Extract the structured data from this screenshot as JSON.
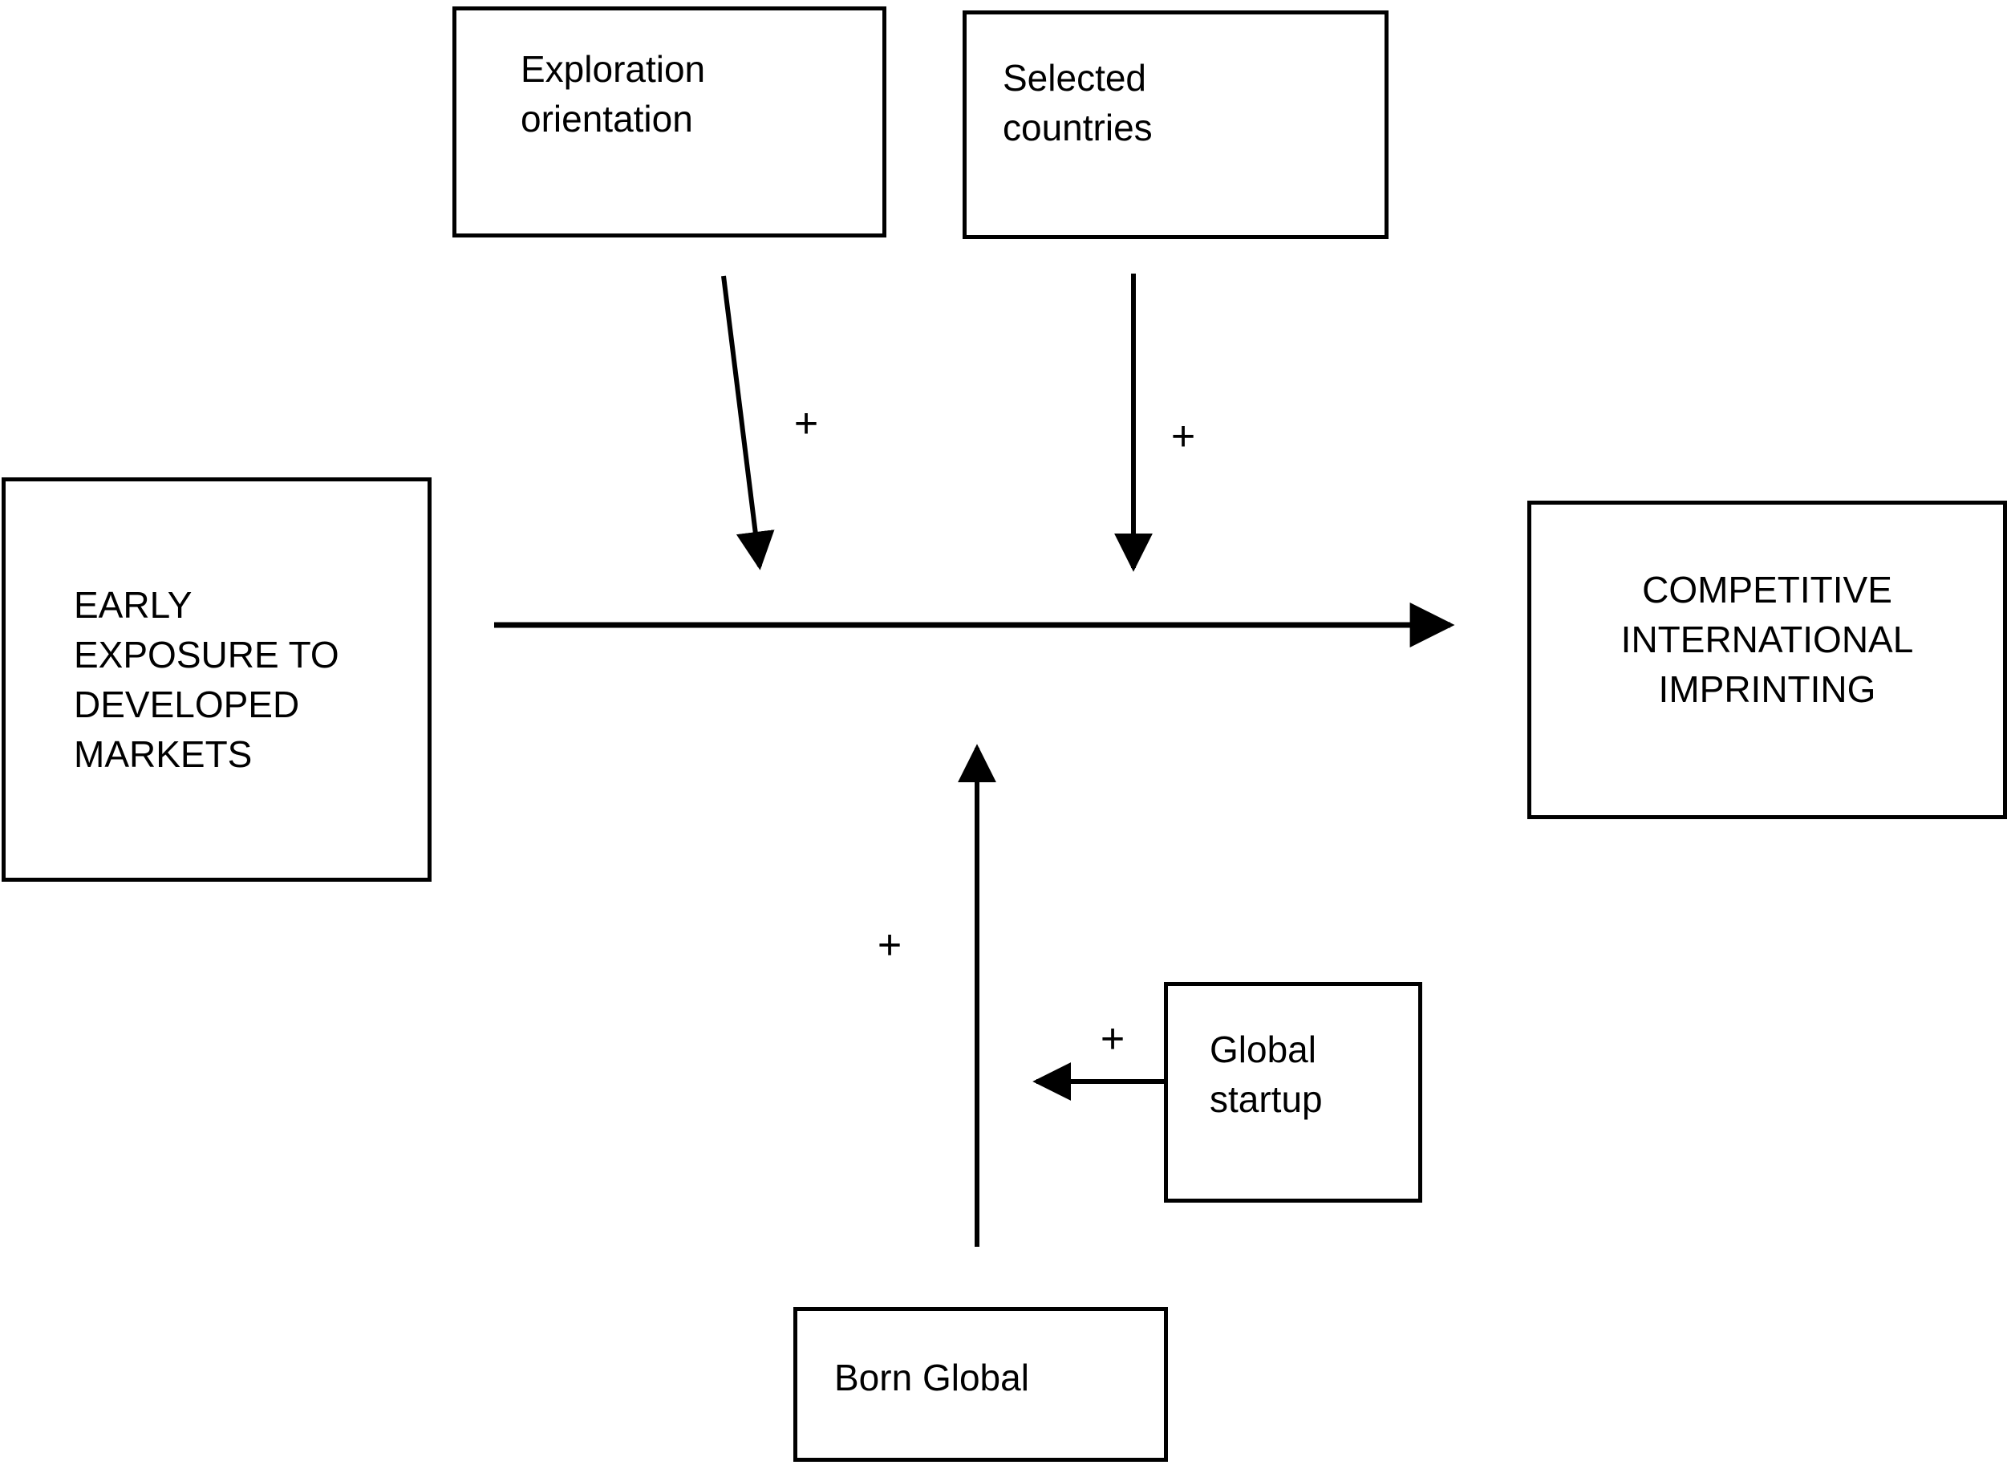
{
  "figure": {
    "background": "#ffffff",
    "line_color": "#000000",
    "boxes": {
      "exploration_orientation": "Exploration\norientation",
      "selected_countries": "Selected\ncountries",
      "early_exposure": "EARLY\nEXPOSURE TO\nDEVELOPED\n MARKETS",
      "competitive_imprinting": "COMPETITIVE\nINTERNATIONAL\nIMPRINTING",
      "global_startup": "Global\nstartup",
      "born_global": "Born Global"
    },
    "labels": {
      "exploration_plus": "+",
      "selected_countries_plus": "+",
      "born_global_plus": "+",
      "global_startup_plus": "+"
    }
  }
}
